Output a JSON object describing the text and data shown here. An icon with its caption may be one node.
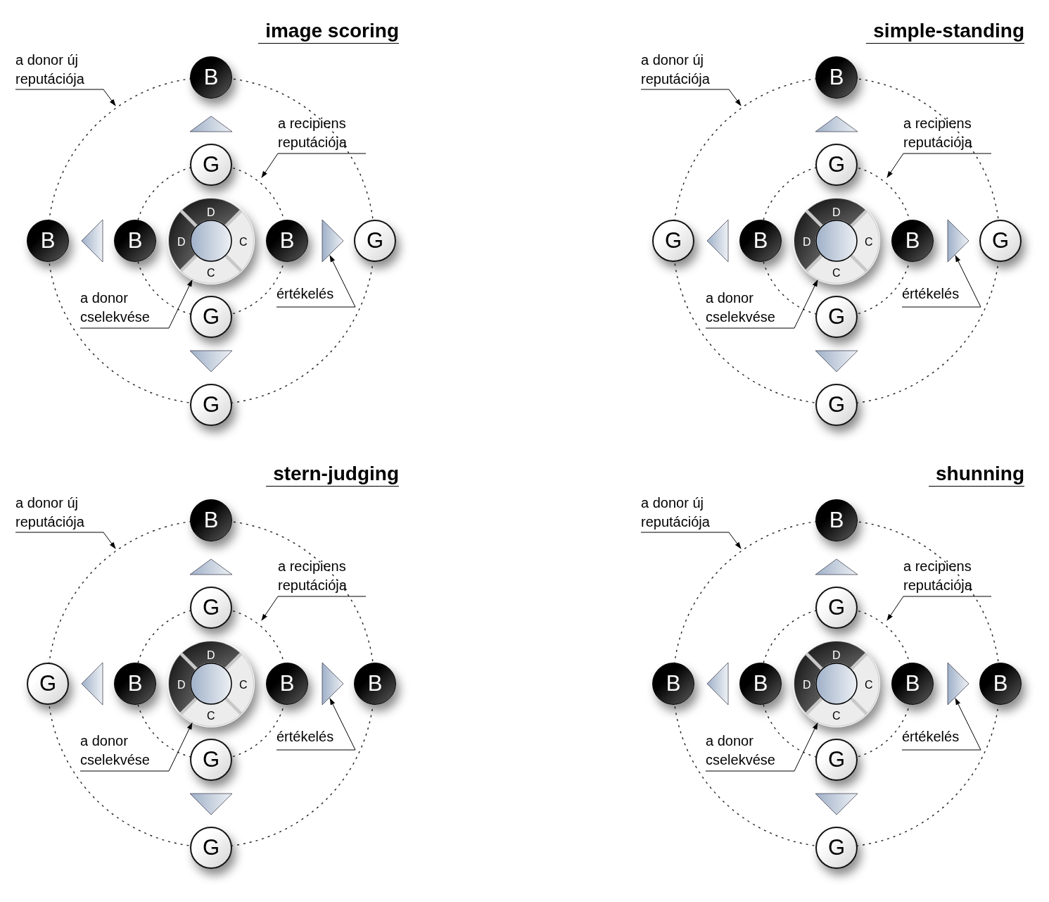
{
  "diagram": {
    "nodes": [
      {
        "text": [
          "B"
        ]
      },
      {
        "text": [
          "a donor új reputációja"
        ]
      },
      {
        "text": [],
        "shape": "triangle"
      },
      {
        "text": [
          "a recipiens reputációja"
        ]
      },
      {
        "text": [
          "G"
        ]
      },
      {
        "text": [
          "B"
        ]
      },
      {
        "text": [],
        "shape": "triangle"
      },
      {
        "text": [
          "B"
        ]
      },
      {
        "text": [
          "D",
          "D",
          "C",
          "C"
        ]
      },
      {
        "text": [
          "B"
        ]
      },
      {
        "text": [],
        "shape": "triangle"
      },
      {
        "text": [
          "G"
        ]
      },
      {
        "text": [
          "a donor cselekvése"
        ]
      },
      {
        "text": [
          "értékelés"
        ]
      },
      {
        "text": [
          "G"
        ]
      },
      {
        "text": [],
        "shape": "triangle"
      },
      {
        "text": [
          "G"
        ]
      },
      {
        "text": [
          "B"
        ]
      },
      {
        "text": [
          "a donor új reputációja"
        ]
      },
      {
        "text": [],
        "shape": "triangle"
      },
      {
        "text": [
          "a recipiens reputációja"
        ]
      },
      {
        "text": [
          "G"
        ]
      },
      {
        "text": [
          "G"
        ]
      },
      {
        "text": [],
        "shape": "triangle"
      },
      {
        "text": [
          "B"
        ]
      },
      {
        "text": [
          "D",
          "D",
          "C",
          "C"
        ]
      },
      {
        "text": [
          "B"
        ]
      },
      {
        "text": [],
        "shape": "triangle"
      },
      {
        "text": [
          "G"
        ]
      },
      {
        "text": [
          "a donor cselekvése"
        ]
      },
      {
        "text": [
          "értékelés"
        ]
      },
      {
        "text": [
          "G"
        ]
      },
      {
        "text": [],
        "shape": "triangle"
      },
      {
        "text": [
          "G"
        ]
      },
      {
        "text": [
          "B"
        ]
      },
      {
        "text": [
          "a donor új reputációja"
        ]
      },
      {
        "text": [],
        "shape": "triangle"
      },
      {
        "text": [
          "a recipiens reputációja"
        ]
      },
      {
        "text": [
          "G"
        ]
      },
      {
        "text": [
          "G"
        ]
      },
      {
        "text": [],
        "shape": "triangle"
      },
      {
        "text": [
          "B"
        ]
      },
      {
        "text": [
          "D",
          "D",
          "C",
          "C"
        ]
      },
      {
        "text": [
          "B"
        ]
      },
      {
        "text": [],
        "shape": "triangle"
      },
      {
        "text": [
          "B"
        ]
      },
      {
        "text": [
          "a donor cselekvése"
        ]
      },
      {
        "text": [
          "értékelés"
        ]
      },
      {
        "text": [
          "G"
        ]
      },
      {
        "text": [],
        "shape": "triangle"
      },
      {
        "text": [
          "G"
        ]
      },
      {
        "text": [
          "B"
        ]
      },
      {
        "text": [
          "a donor új reputációja"
        ]
      },
      {
        "text": [],
        "shape": "triangle"
      },
      {
        "text": [
          "a recipiens reputációja"
        ]
      },
      {
        "text": [
          "G"
        ]
      },
      {
        "text": [
          "B"
        ]
      },
      {
        "text": [],
        "shape": "triangle"
      },
      {
        "text": [
          "B"
        ]
      },
      {
        "text": [
          "D",
          "D",
          "C",
          "C"
        ]
      },
      {
        "text": [
          "B"
        ]
      },
      {
        "text": [],
        "shape": "triangle"
      },
      {
        "text": [
          "B"
        ]
      },
      {
        "text": [
          "a donor cselekvése"
        ]
      },
      {
        "text": [
          "értékelés"
        ]
      },
      {
        "text": [
          "G"
        ]
      },
      {
        "text": [],
        "shape": "triangle"
      },
      {
        "text": [
          "G"
        ]
      }
    ],
    "edges": [
      {
        "from": 1,
        "to": null,
        "arrow": "to"
      },
      {
        "from": 3,
        "to": null,
        "arrow": "to"
      },
      {
        "from": 12,
        "to": 8,
        "arrow": "to"
      },
      {
        "from": 13,
        "to": 10,
        "arrow": "to"
      },
      {
        "from": 18,
        "to": null,
        "arrow": "to"
      },
      {
        "from": 20,
        "to": null,
        "arrow": "to"
      },
      {
        "from": 29,
        "to": 25,
        "arrow": "to"
      },
      {
        "from": 30,
        "to": 27,
        "arrow": "to"
      },
      {
        "from": 35,
        "to": null,
        "arrow": "to"
      },
      {
        "from": 37,
        "to": null,
        "arrow": "to"
      },
      {
        "from": 46,
        "to": 42,
        "arrow": "to"
      },
      {
        "from": 47,
        "to": 44,
        "arrow": "to"
      },
      {
        "from": 52,
        "to": null,
        "arrow": "to"
      },
      {
        "from": 54,
        "to": null,
        "arrow": "to"
      },
      {
        "from": 63,
        "to": 59,
        "arrow": "to"
      },
      {
        "from": 64,
        "to": 61,
        "arrow": "to"
      }
    ],
    "labels": [
      "image scoring",
      "simple-standing",
      "stern-judging",
      "shunning"
    ]
  }
}
